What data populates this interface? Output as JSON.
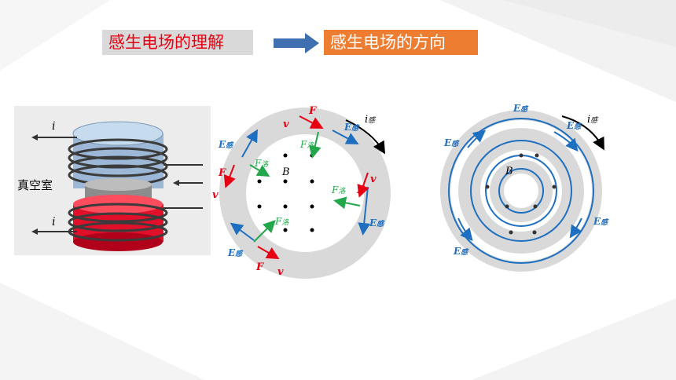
{
  "titles": {
    "left": "感生电场的理解",
    "right": "感生电场的方向"
  },
  "colors": {
    "red": "#e60012",
    "orange": "#ed7d31",
    "blue": "#1f6fc1",
    "green": "#22a84a",
    "ring": "#d9d9d9",
    "arrow": "#3f6fb0"
  },
  "fig1": {
    "current_label": "i",
    "vacuum_label": "真空室"
  },
  "fig2": {
    "B": "B",
    "F": "F",
    "v": "v",
    "E": "E",
    "E_sub": "感",
    "F_luo": "F",
    "F_luo_sub": "洛",
    "i": "i",
    "i_sub": "感"
  },
  "fig3": {
    "B": "B",
    "E": "E",
    "E_sub": "感",
    "i": "i",
    "i_sub": "感"
  }
}
